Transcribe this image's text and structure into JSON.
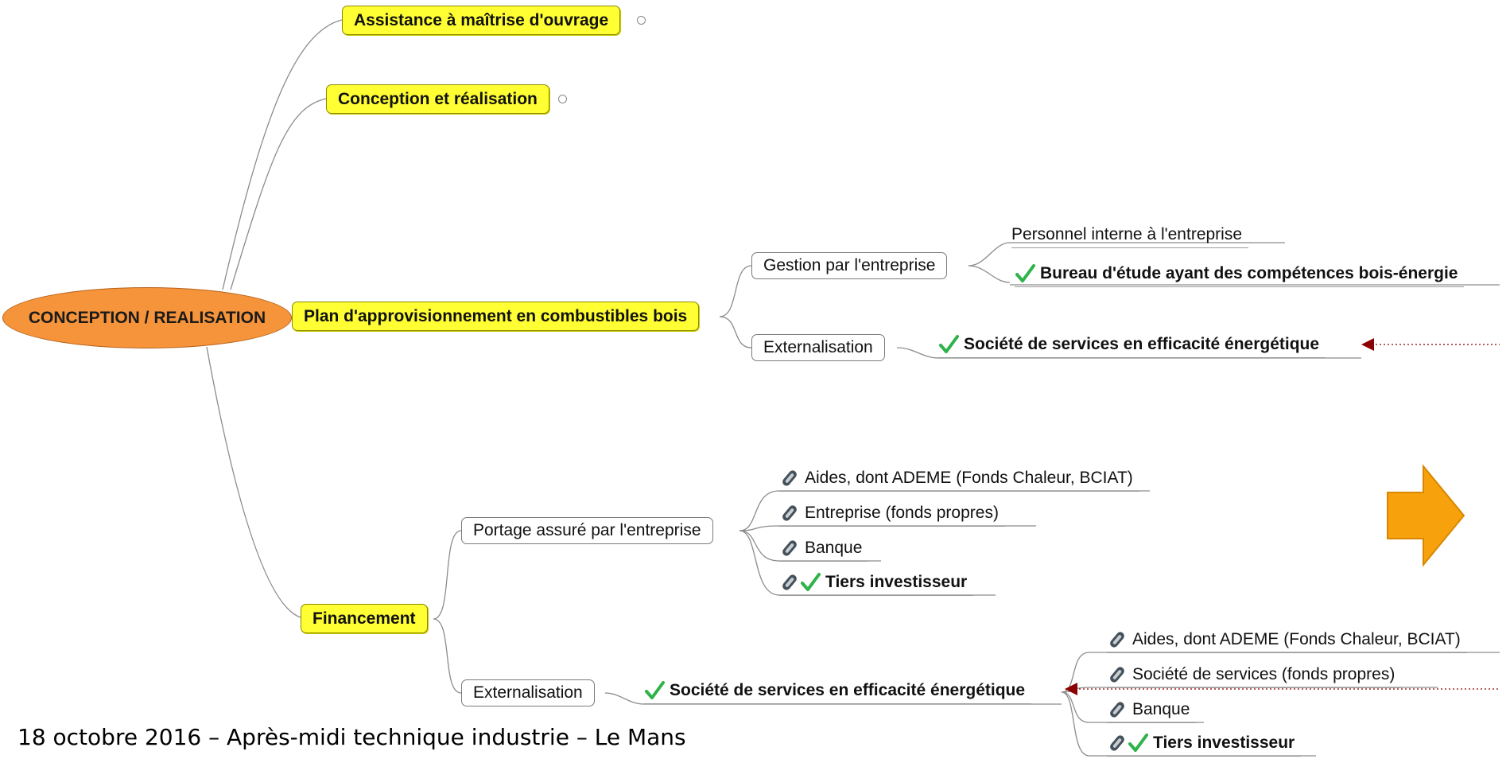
{
  "root": "CONCEPTION / REALISATION",
  "branches": {
    "amo": "Assistance à maîtrise d'ouvrage",
    "cr": "Conception et réalisation",
    "plan": "Plan d'approvisionnement en combustibles bois",
    "fin": "Financement"
  },
  "plan": {
    "gestion": "Gestion par l'entreprise",
    "gestion_children": [
      "Personnel interne à l'entreprise",
      "Bureau d'étude ayant des compétences bois-énergie"
    ],
    "ext": "Externalisation",
    "ext_child": "Société de services en efficacité énergétique"
  },
  "fin": {
    "portage": "Portage assuré par l'entreprise",
    "portage_children": [
      "Aides, dont ADEME (Fonds Chaleur, BCIAT)",
      "Entreprise (fonds propres)",
      "Banque",
      "Tiers investisseur"
    ],
    "ext": "Externalisation",
    "ext_child": "Société de services en efficacité énergétique",
    "ext_children": [
      "Aides, dont ADEME (Fonds Chaleur, BCIAT)",
      "Société de services (fonds propres)",
      "Banque",
      "Tiers investisseur"
    ]
  },
  "footer": "18 octobre 2016 – Après-midi technique industrie – Le Mans",
  "colors": {
    "root": "#f5943a",
    "branch": "#ffff33",
    "check": "#2db34a",
    "arrow": "#f7a10c",
    "link": "#8b0000"
  },
  "icons": [
    "check-icon",
    "paperclip-icon",
    "right-arrow-icon",
    "collapse-circle-icon"
  ]
}
